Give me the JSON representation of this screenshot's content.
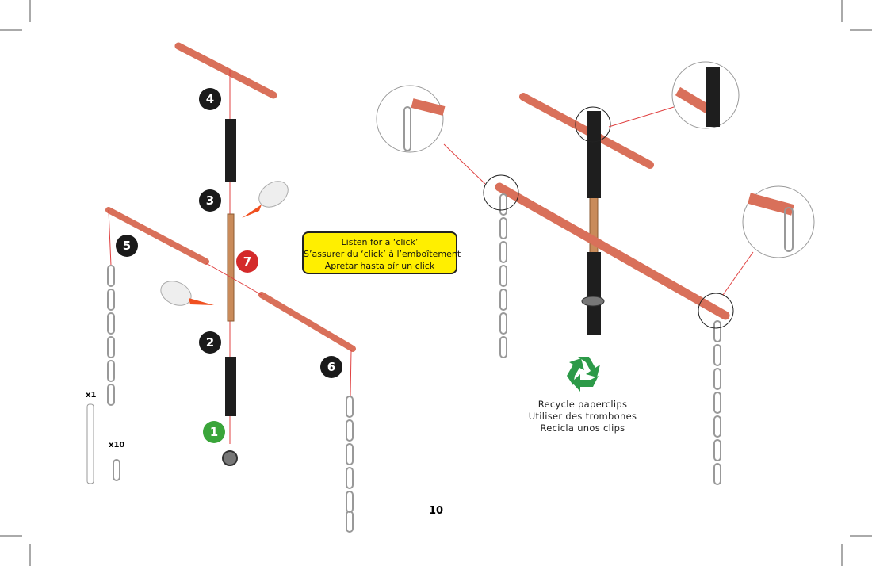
{
  "callout": {
    "lines": [
      "Listen for a ‘click’",
      "S’assurer du ‘click’ à l’emboîtement",
      "Apretar hasta oír un click"
    ]
  },
  "recycle": {
    "icon": "recycle-icon",
    "lines": [
      "Recycle paperclips",
      "Utiliser des trombones",
      "Recicla unos clips"
    ]
  },
  "steps": [
    {
      "label": "4",
      "color": "#1a1a1a"
    },
    {
      "label": "3",
      "color": "#1a1a1a"
    },
    {
      "label": "5",
      "color": "#1a1a1a"
    },
    {
      "label": "7",
      "color": "#d42a2a"
    },
    {
      "label": "2",
      "color": "#1a1a1a"
    },
    {
      "label": "6",
      "color": "#1a1a1a"
    },
    {
      "label": "1",
      "color": "#3aa53a"
    }
  ],
  "parts": {
    "bar_qty": "x1",
    "clip_qty": "x10"
  },
  "page_number": "10",
  "colors": {
    "bar": "#d9705a",
    "connector": "#1e1e1e",
    "stick": "#c98b5a",
    "callout": "#ffef00",
    "recycle": "#2c9a48"
  }
}
